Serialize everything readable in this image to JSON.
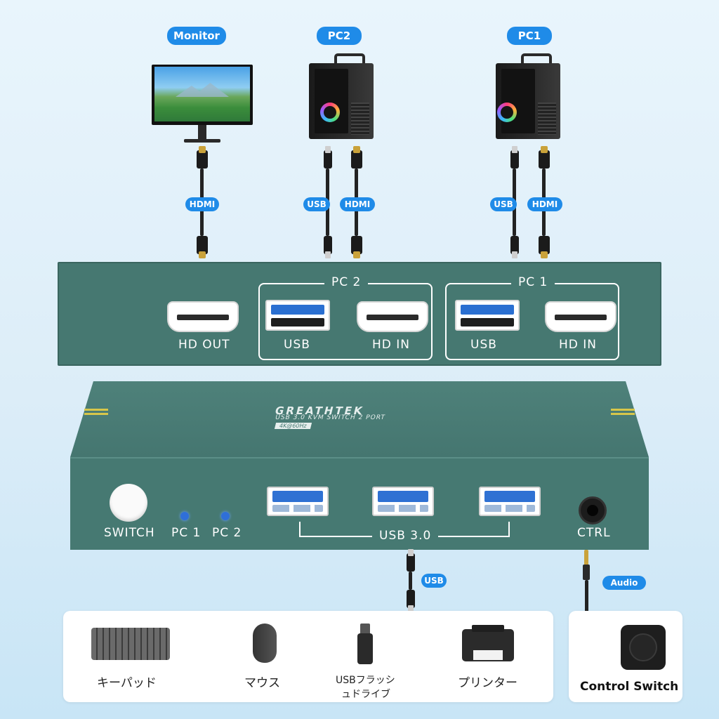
{
  "top_labels": {
    "monitor": "Monitor",
    "pc2": "PC2",
    "pc1": "PC1"
  },
  "cable_labels": {
    "hdmi_monitor": "HDMI",
    "usb_pc2": "USB",
    "hdmi_pc2": "HDMI",
    "usb_pc1": "USB",
    "hdmi_pc1": "HDMI",
    "usb_devices": "USB",
    "audio": "Audio"
  },
  "back_panel": {
    "hd_out": "HD OUT",
    "pc2_group": "PC 2",
    "pc2_usb": "USB",
    "pc2_hd_in": "HD IN",
    "pc1_group": "PC 1",
    "pc1_usb": "USB",
    "pc1_hd_in": "HD IN"
  },
  "device_top": {
    "brand": "GREATHTEK",
    "model": "USB 3.0 KVM SWITCH 2 PORT",
    "resolution": "4K@60Hz"
  },
  "front_panel": {
    "switch": "SWITCH",
    "pc1": "PC 1",
    "pc2": "PC 2",
    "usb30": "USB 3.0",
    "ctrl": "CTRL"
  },
  "peripherals": {
    "keyboard": "キーパッド",
    "mouse": "マウス",
    "flash_line1": "USBフラッシ",
    "flash_line2": "ュドライブ",
    "printer": "プリンター"
  },
  "control_switch": "Control Switch",
  "colors": {
    "accent_blue": "#1f8be8",
    "device_green": "#467972",
    "led_blue": "#2f6fd8"
  }
}
